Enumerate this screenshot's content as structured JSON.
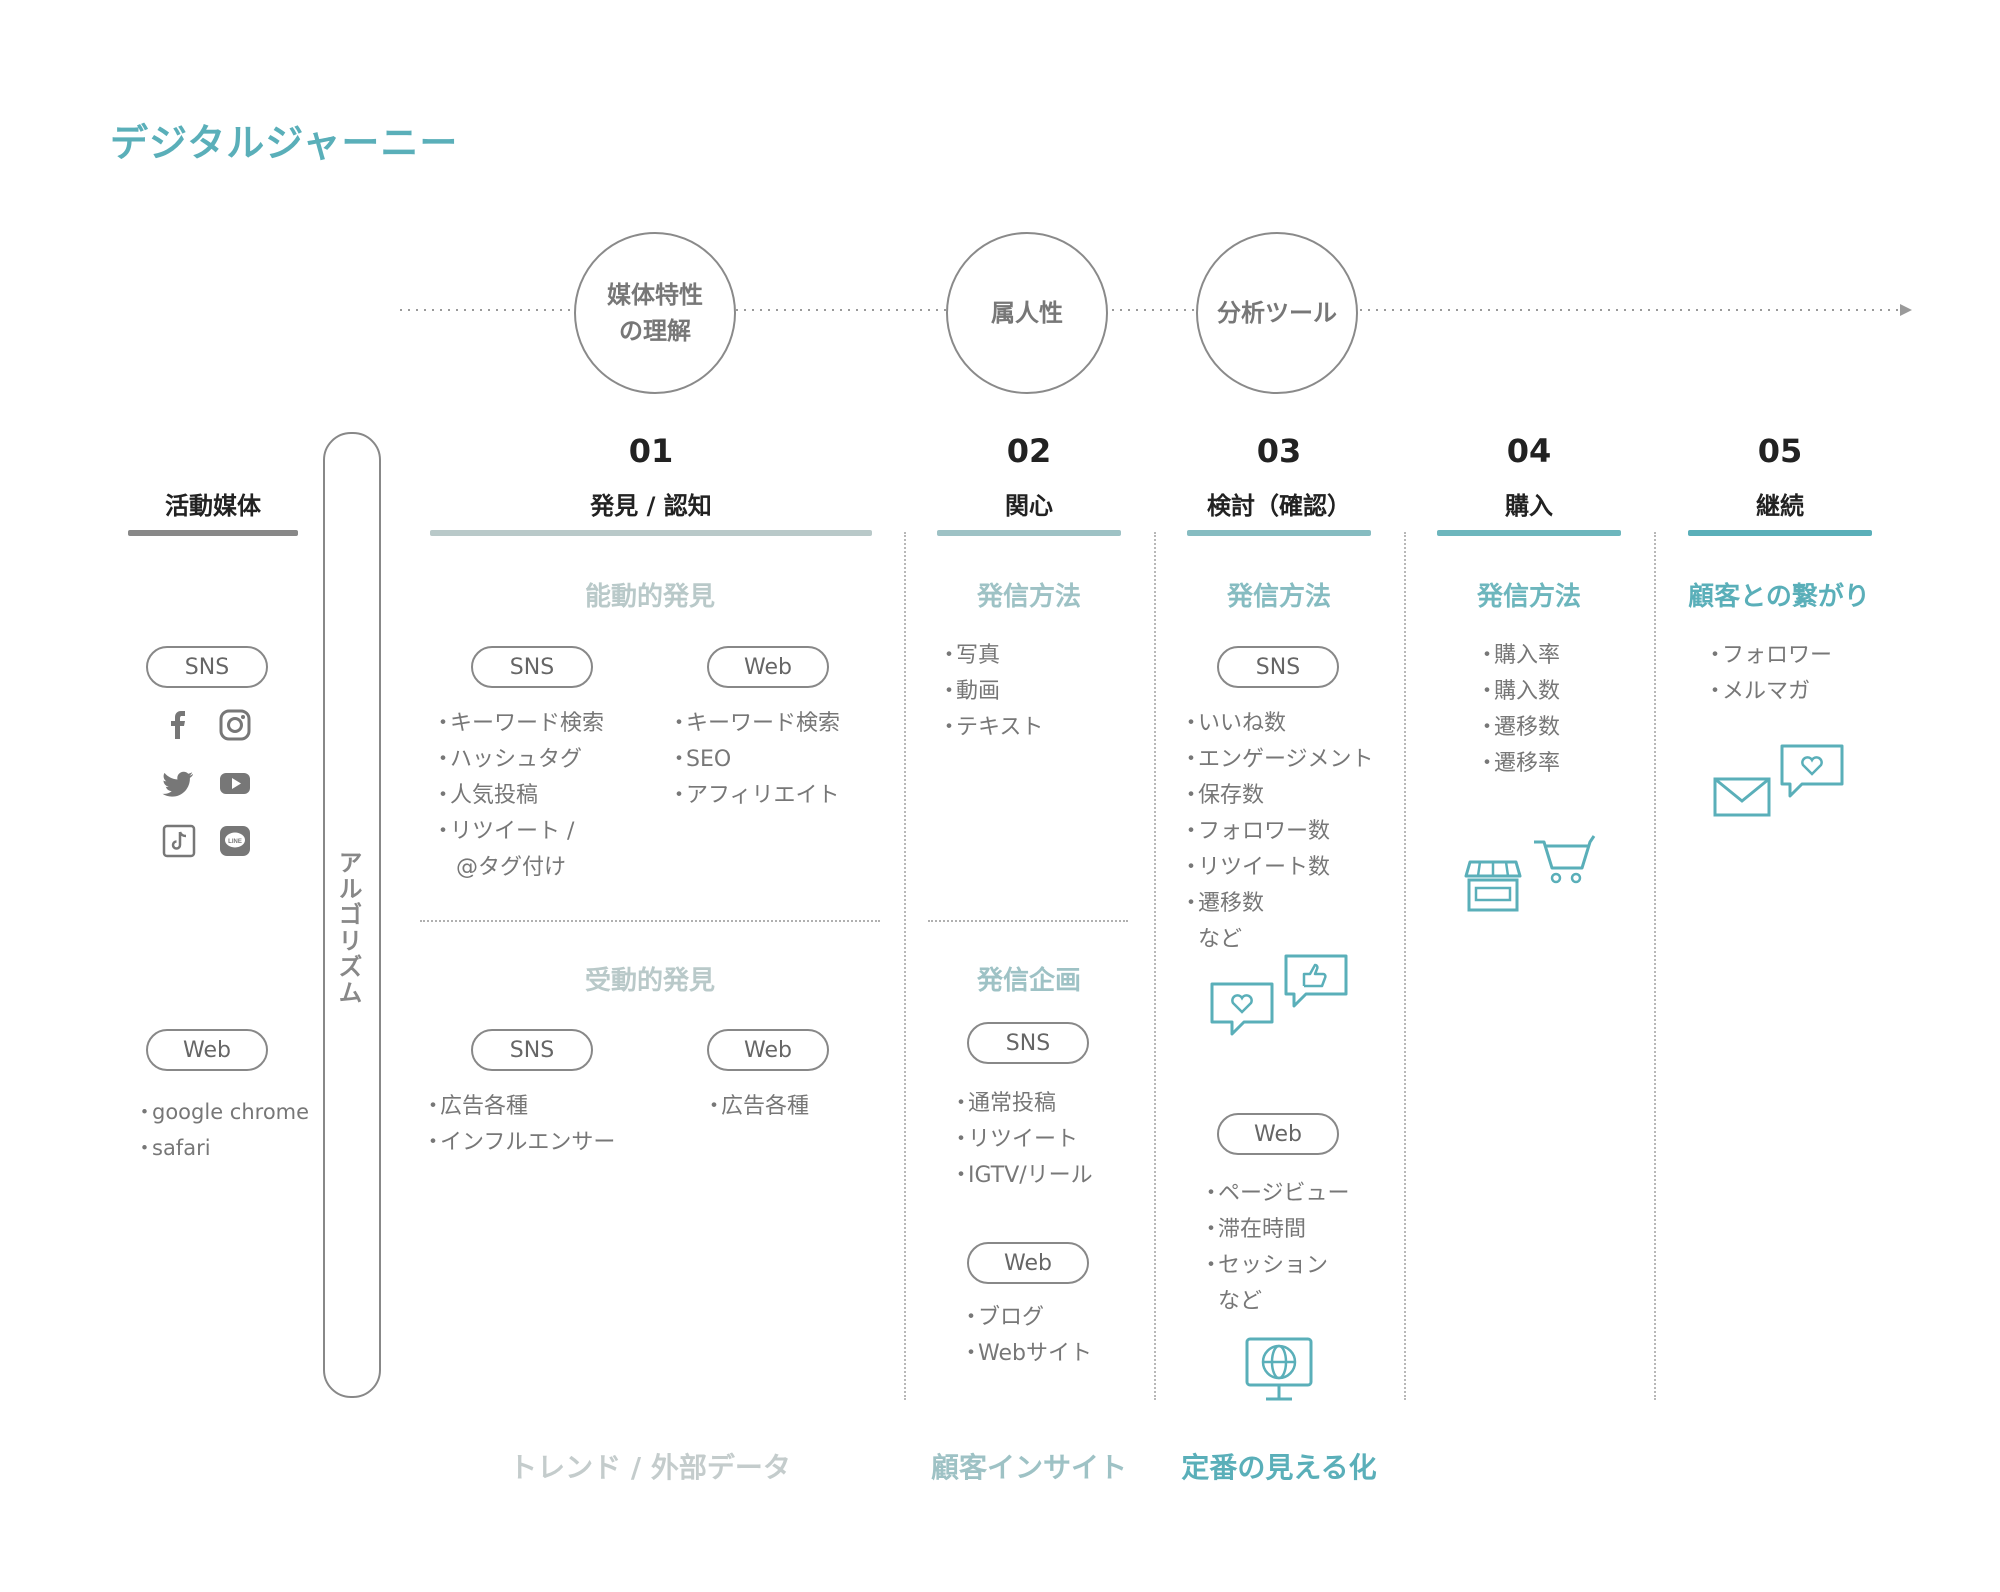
{
  "title": "デジタルジャーニー",
  "circles": {
    "c1": [
      "媒体特性",
      "の理解"
    ],
    "c2": "属人性",
    "c3": "分析ツール"
  },
  "left": {
    "header": "活動媒体",
    "sns": "SNS",
    "web": "Web",
    "web_items": [
      "google chrome",
      "safari"
    ],
    "social_icons": [
      "facebook-icon",
      "instagram-icon",
      "twitter-icon",
      "youtube-icon",
      "tiktok-icon",
      "line-icon"
    ]
  },
  "algorithm": "アルゴリズム",
  "stages": [
    {
      "num": "01",
      "label": "発見 / 認知"
    },
    {
      "num": "02",
      "label": "関心"
    },
    {
      "num": "03",
      "label": "検討（確認）"
    },
    {
      "num": "04",
      "label": "購入"
    },
    {
      "num": "05",
      "label": "継続"
    }
  ],
  "col1": {
    "active": {
      "title": "能動的発見",
      "sns": "SNS",
      "web": "Web",
      "sns_items": [
        "キーワード検索",
        "ハッシュタグ",
        "人気投稿",
        "リツイート /",
        "@タグ付け"
      ],
      "web_items": [
        "キーワード検索",
        "SEO",
        "アフィリエイト"
      ]
    },
    "passive": {
      "title": "受動的発見",
      "sns": "SNS",
      "web": "Web",
      "sns_items": [
        "広告各種",
        "インフルエンサー"
      ],
      "web_items": [
        "広告各種"
      ]
    }
  },
  "col2": {
    "method_title": "発信方法",
    "method_items": [
      "写真",
      "動画",
      "テキスト"
    ],
    "plan_title": "発信企画",
    "sns": "SNS",
    "sns_items": [
      "通常投稿",
      "リツイート",
      "IGTV/リール"
    ],
    "web": "Web",
    "web_items": [
      "ブログ",
      "Webサイト"
    ]
  },
  "col3": {
    "title": "発信方法",
    "sns": "SNS",
    "sns_items": [
      "いいね数",
      "エンゲージメント",
      "保存数",
      "フォロワー数",
      "リツイート数",
      "遷移数",
      "など"
    ],
    "web": "Web",
    "web_items": [
      "ページビュー",
      "滞在時間",
      "セッション",
      "など"
    ]
  },
  "col4": {
    "title": "発信方法",
    "items": [
      "購入率",
      "購入数",
      "遷移数",
      "遷移率"
    ]
  },
  "col5": {
    "title": "顧客との繋がり",
    "items": [
      "フォロワー",
      "メルマガ"
    ]
  },
  "bottom": [
    "トレンド / 外部データ",
    "顧客インサイト",
    "定番の見える化"
  ],
  "colors": {
    "accent": "#5aafb9",
    "gray": "#888888",
    "stage_bar_1": "#b9c9c9",
    "stage_bar_2": "#9ec2c5",
    "stage_bar_3": "#86bcc1",
    "stage_bar_4": "#6db6bd",
    "stage_bar_5": "#5aafb9"
  }
}
